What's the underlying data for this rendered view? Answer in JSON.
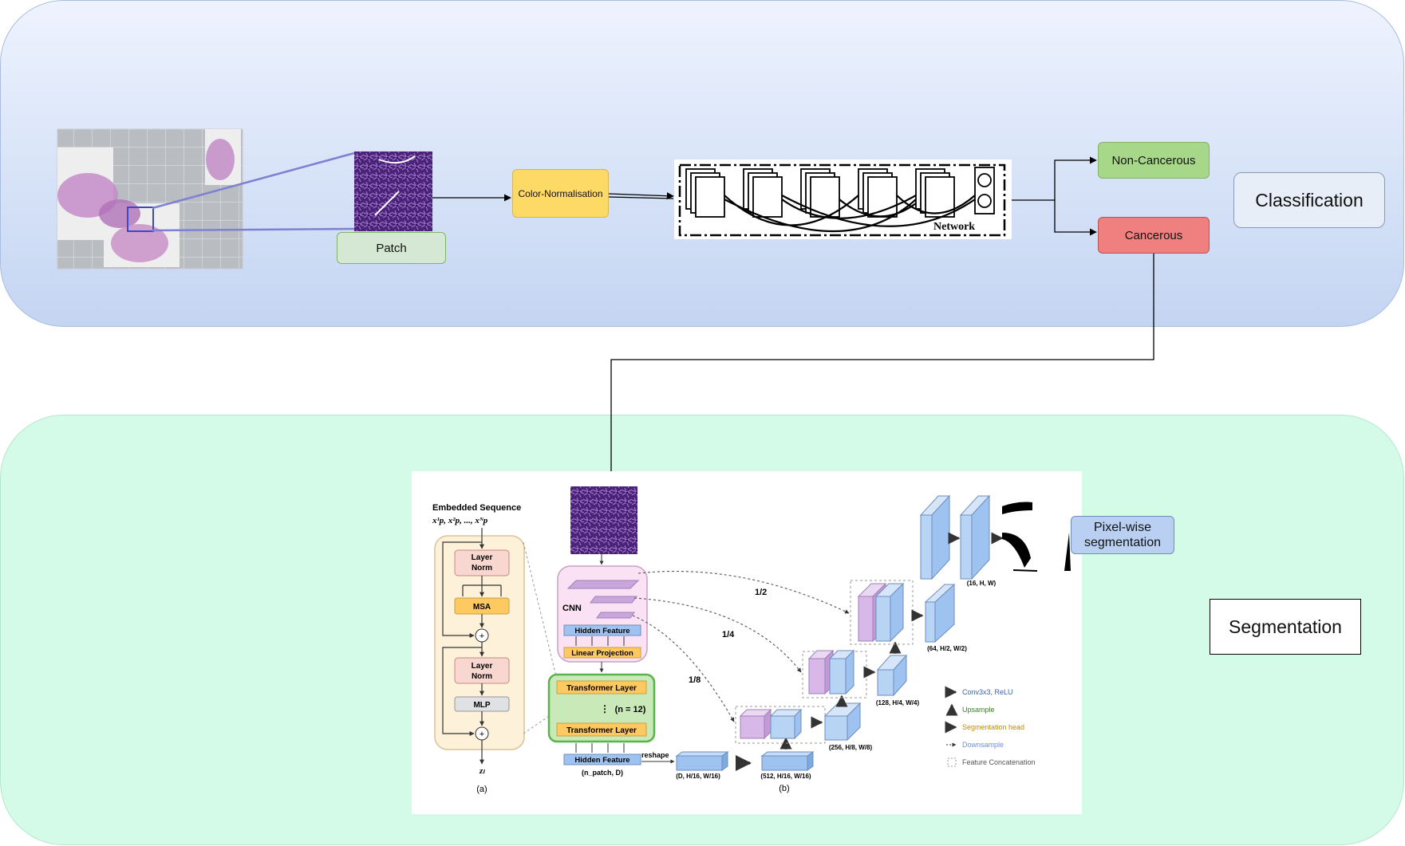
{
  "panels": {
    "classification_label": "Classification",
    "segmentation_label": "Segmentation"
  },
  "nodes": {
    "patch": "Patch",
    "color_normalisation": "Color-Normalisation",
    "non_cancerous": "Non-Cancerous",
    "cancerous": "Cancerous",
    "pixel_wise": "Pixel-wise segmentation",
    "network": "Network"
  },
  "transunet": {
    "embedded_sequence": "Embedded Sequence",
    "sequence_formula": "x¹p, x²p, ..., xᴺp",
    "layer_norm": "Layer Norm",
    "msa": "MSA",
    "mlp": "MLP",
    "z": "zₗ",
    "panel_a": "(a)",
    "panel_b": "(b)",
    "cnn": "CNN",
    "hidden_feature": "Hidden Feature",
    "linear_projection": "Linear Projection",
    "transformer_layer": "Transformer Layer",
    "n12": "(n = 12)",
    "reshape": "reshape",
    "n_patch": "(n_patch, D)",
    "dim_d": "(D, H/16, W/16)",
    "dim_512": "(512, H/16, W/16)",
    "dim_256": "(256, H/8, W/8)",
    "dim_128": "(128, H/4, W/4)",
    "dim_64": "(64, H/2, W/2)",
    "dim_16": "(16, H, W)",
    "scale_half": "1/2",
    "scale_quarter": "1/4",
    "scale_eighth": "1/8",
    "legend": {
      "conv": "Conv3x3, ReLU",
      "upsample": "Upsample",
      "seg_head": "Segmentation head",
      "downsample": "Downsample",
      "concat": "Feature Concatenation"
    }
  },
  "colors": {
    "classification_bg": "#dbe6fb",
    "segmentation_bg": "#d4fbe8",
    "patch_box": "#d5e8d4",
    "color_norm_box": "#fdd966",
    "non_cancerous_box": "#a7d88a",
    "cancerous_box": "#f08080",
    "pixelwise_box": "#b9d0f2",
    "tissue": "#5b2d8e"
  }
}
